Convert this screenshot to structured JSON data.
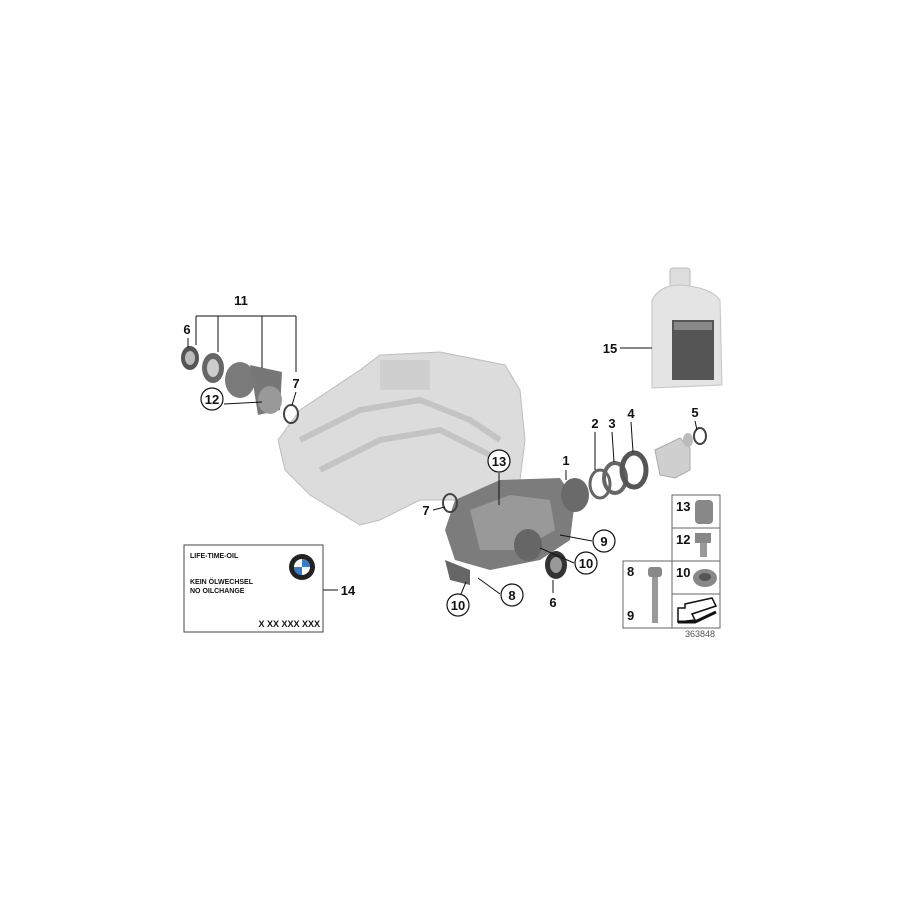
{
  "diagram_id": "363848",
  "callouts": [
    {
      "id": "11"
    },
    {
      "id": "6"
    },
    {
      "id": "7"
    },
    {
      "id": "12",
      "circled": true
    },
    {
      "id": "15"
    },
    {
      "id": "2"
    },
    {
      "id": "3"
    },
    {
      "id": "4"
    },
    {
      "id": "5"
    },
    {
      "id": "1"
    },
    {
      "id": "13",
      "circled": true
    },
    {
      "id": "7"
    },
    {
      "id": "9",
      "circled": true
    },
    {
      "id": "10",
      "circled": true
    },
    {
      "id": "6"
    },
    {
      "id": "8",
      "circled": true
    },
    {
      "id": "10",
      "circled": true
    },
    {
      "id": "14"
    }
  ],
  "label_card": {
    "line1": "LIFE-TIME-OIL",
    "line2": "KEIN ÖLWECHSEL",
    "line3": "NO OILCHANGE",
    "part_number": "X XX XXX XXX",
    "logo": "BMW"
  },
  "hardware_box": {
    "cells": [
      {
        "label": "13"
      },
      {
        "label": "12"
      },
      {
        "label": "10"
      },
      {
        "label": "8"
      },
      {
        "label": "9"
      }
    ],
    "arrow_icon": "direction-arrow"
  },
  "colors": {
    "part_gray": "#8a8a8a",
    "housing_light": "#d8d8d8",
    "line": "#111111",
    "bmw_blue": "#3a7bc8"
  }
}
